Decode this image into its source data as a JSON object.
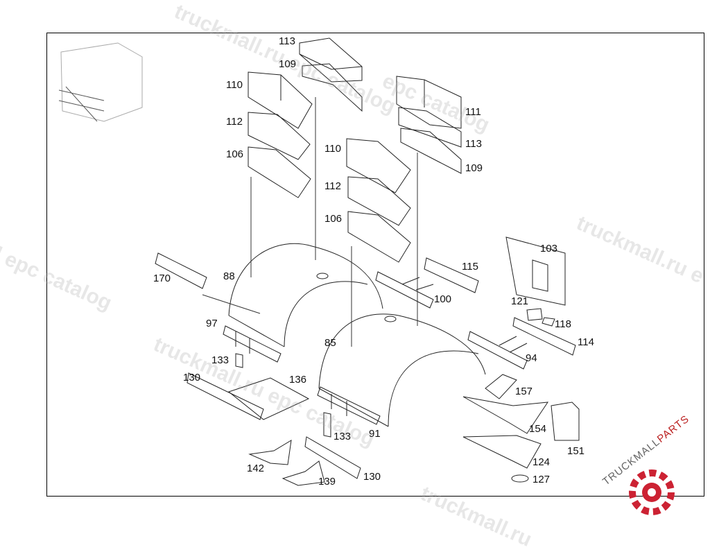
{
  "labels": [
    "113",
    "109",
    "110",
    "112",
    "106",
    "111",
    "113",
    "109",
    "110",
    "112",
    "106",
    "103",
    "115",
    "170",
    "88",
    "100",
    "121",
    "118",
    "114",
    "97",
    "85",
    "94",
    "133",
    "130",
    "136",
    "157",
    "154",
    "151",
    "133",
    "91",
    "124",
    "142",
    "130",
    "127",
    "139"
  ],
  "watermark": {
    "text_1": "truckmall.ru epc catalog",
    "text_2": "truckmall.ru epc catalog",
    "text_3": "l epc catalog",
    "text_4": "truckmall.ru e",
    "text_5": "epc catalog",
    "text_6": "truckmall.ru"
  },
  "logo": {
    "text_truckmall": "TRUCKMALL",
    "text_parts": "PARTS",
    "color": "#cc2233"
  }
}
